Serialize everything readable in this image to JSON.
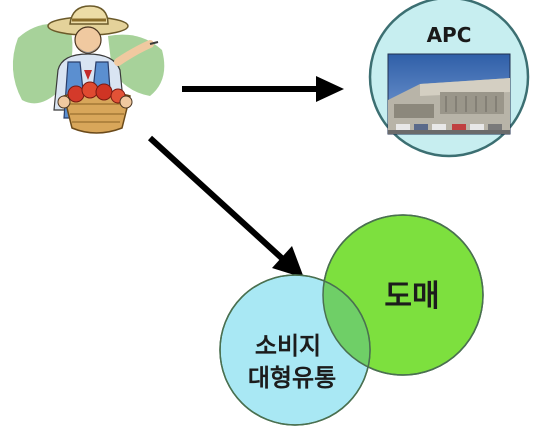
{
  "nodes": {
    "apc": {
      "label": "APC"
    },
    "wholesale": {
      "label": "도매"
    },
    "retail": {
      "line1": "소비지",
      "line2": "대형유통"
    }
  },
  "colors": {
    "apc_circle": "#c7eef0",
    "apc_ring": "#3c6f72",
    "wholesale_circle": "#7de03e",
    "retail_circle": "#a9e8f4",
    "overlap": "#6fcf67",
    "circle_stroke": "#4a7050",
    "arrow": "#000000",
    "sky": "#3f6fb7",
    "building": "#b8b4a8"
  },
  "icons": {
    "farmer": "farmer-clipart-icon",
    "apc_photo": "building-photo-icon"
  }
}
